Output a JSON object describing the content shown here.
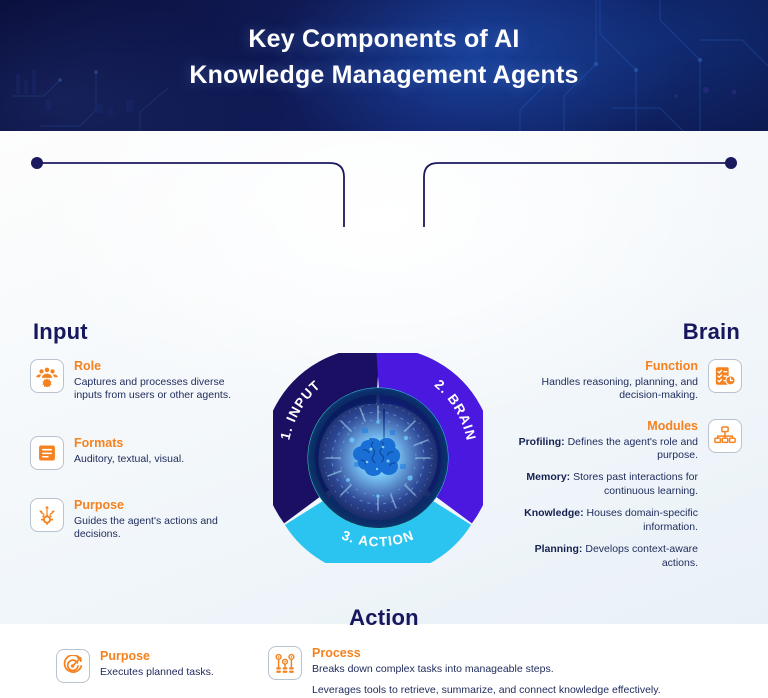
{
  "header": {
    "title_line1": "Key Components of AI",
    "title_line2": "Knowledge Management Agents",
    "bg_color": "#0d1448",
    "text_color": "#ffffff"
  },
  "theme": {
    "accent_orange": "#f5821f",
    "navy": "#16175c",
    "body_text": "#1d2a5b",
    "panel_bg": "#f2f7fb",
    "segment_input_color": "#1b0f63",
    "segment_brain_color": "#4b18e0",
    "segment_action_color": "#2bc4f0",
    "ring_gradient_from": "#46e5a0",
    "ring_gradient_to": "#29c2f2"
  },
  "wheel": {
    "segments": [
      {
        "label": "1. INPUT",
        "color": "#1b0f63"
      },
      {
        "label": "2. BRAIN",
        "color": "#4b18e0"
      },
      {
        "label": "3. ACTION",
        "color": "#2bc4f0"
      }
    ],
    "center_icon": "brain-icon"
  },
  "sections": {
    "input": {
      "title": "Input",
      "items": [
        {
          "icon": "team-gear-icon",
          "heading": "Role",
          "body": [
            "Captures and processes diverse inputs from users or other agents."
          ]
        },
        {
          "icon": "document-lines-icon",
          "heading": "Formats",
          "body": [
            "Auditory, textual, visual."
          ]
        },
        {
          "icon": "gear-arrows-icon",
          "heading": "Purpose",
          "body": [
            "Guides the agent's actions and decisions."
          ]
        }
      ]
    },
    "brain": {
      "title": "Brain",
      "items": [
        {
          "icon": "checklist-clock-icon",
          "heading": "Function",
          "body": [
            "Handles reasoning, planning, and decision-making."
          ]
        },
        {
          "icon": "network-nodes-icon",
          "heading": "Modules",
          "body_html": [
            "<b>Profiling:</b> Defines the agent's role and purpose.",
            "<b>Memory:</b> Stores past interactions for continuous learning.",
            "<b>Knowledge:</b> Houses domain-specific information.",
            "<b>Planning:</b> Develops context-aware actions."
          ]
        }
      ]
    },
    "action": {
      "title": "Action",
      "items": [
        {
          "icon": "target-arrow-icon",
          "heading": "Purpose",
          "body": [
            "Executes planned tasks."
          ]
        },
        {
          "icon": "process-flow-icon",
          "heading": "Process",
          "body": [
            "Breaks down complex tasks into manageable steps.",
            "Leverages tools to retrieve, summarize, and connect knowledge effectively."
          ]
        }
      ]
    }
  }
}
